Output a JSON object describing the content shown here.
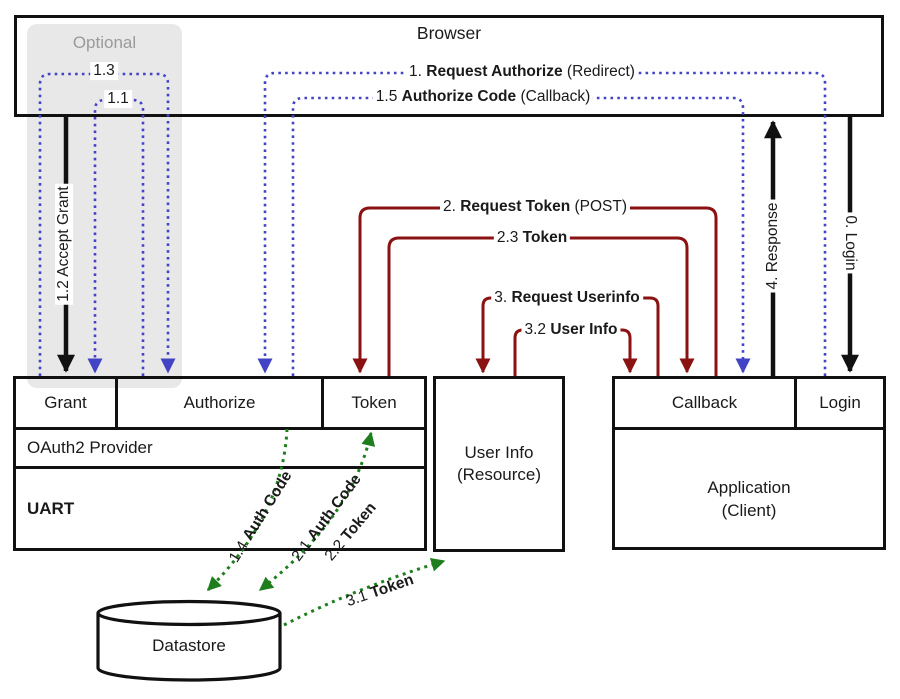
{
  "diagram": {
    "nodes": {
      "browser": "Browser",
      "optional": "Optional",
      "grant": "Grant",
      "authorize": "Authorize",
      "token": "Token",
      "oauth2_provider": "OAuth2 Provider",
      "uart": "UART",
      "user_info_line1": "User Info",
      "user_info_line2": "(Resource)",
      "callback": "Callback",
      "login": "Login",
      "application_line1": "Application",
      "application_line2": "(Client)",
      "datastore": "Datastore"
    },
    "edges": {
      "e0": {
        "text": "0. Login"
      },
      "e1": {
        "pre": "1. ",
        "bold": "Request Authorize",
        "post": " (Redirect)"
      },
      "e11": {
        "text": "1.1"
      },
      "e12": {
        "text": "1.2 Accept Grant"
      },
      "e13": {
        "text": "1.3"
      },
      "e14": {
        "pre": "1.4 ",
        "bold": "Auth Code"
      },
      "e15": {
        "pre": "1.5 ",
        "bold": "Authorize Code",
        "post": " (Callback)"
      },
      "e2": {
        "pre": "2. ",
        "bold": "Request Token",
        "post": " (POST)"
      },
      "e21": {
        "pre": "2.1 ",
        "bold": "Auth Code"
      },
      "e22": {
        "pre": "2.2 ",
        "bold": "Token"
      },
      "e23": {
        "pre": "2.3 ",
        "bold": "Token"
      },
      "e3": {
        "pre": "3. ",
        "bold": "Request Userinfo"
      },
      "e31": {
        "pre": "3.1 ",
        "bold": "Token"
      },
      "e32": {
        "pre": "3.2 ",
        "bold": "User Info"
      },
      "e4": {
        "text": "4. Response"
      }
    },
    "colors": {
      "blue": "#4343c6",
      "red": "#8a1212",
      "green": "#1e7e1e",
      "black": "#111111",
      "optional_bg": "#e8e8e8",
      "optional_text": "#9a9a9a"
    }
  }
}
